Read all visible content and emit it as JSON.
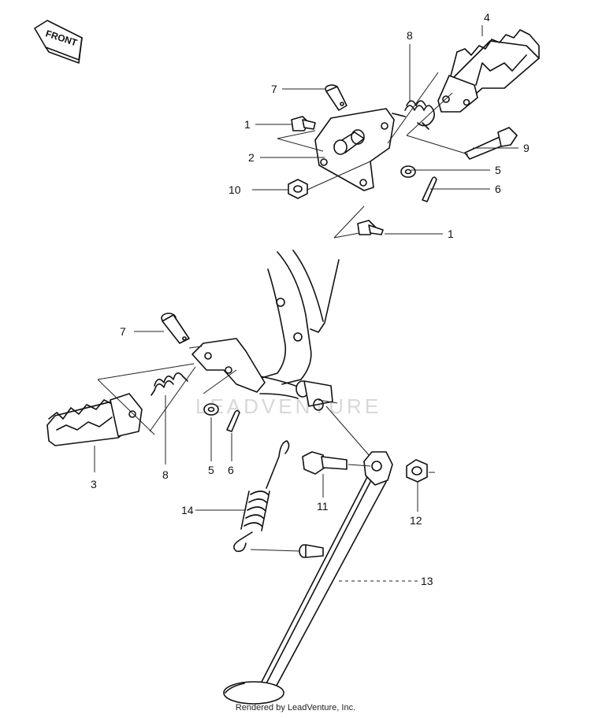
{
  "orientation_badge": "FRONT",
  "watermark": "LEADVENTURE",
  "footer": "Rendered by LeadVenture, Inc.",
  "callouts": {
    "c1a": "1",
    "c1b": "1",
    "c2": "2",
    "c3": "3",
    "c4": "4",
    "c5a": "5",
    "c5b": "5",
    "c6a": "6",
    "c6b": "6",
    "c7a": "7",
    "c7b": "7",
    "c8a": "8",
    "c8b": "8",
    "c9": "9",
    "c10": "10",
    "c11": "11",
    "c12": "12",
    "c13": "13",
    "c14": "14"
  }
}
